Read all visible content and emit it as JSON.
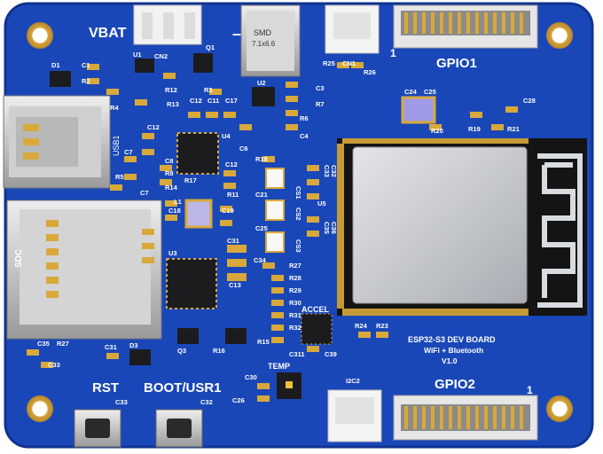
{
  "silkscreen": {
    "vbat": "VBAT",
    "minus": "–",
    "smd_line1": "SMD",
    "smd_line2": "7.1x6.6",
    "gpio1": "GPIO1",
    "gpio2": "GPIO2",
    "pin1_top": "1",
    "pin1_bottom": "1",
    "usb1": "USB1",
    "sdc": "SDC",
    "rst": "RST",
    "boot_usr1": "BOOT/USR1",
    "temp": "TEMP",
    "accel": "ACCEL",
    "board_title": "ESP32-S3 DEV BOARD",
    "board_sub": "WiFi + Bluetooth",
    "board_ver": "V1.0"
  },
  "refdes": {
    "d1": "D1",
    "c1": "C1",
    "r2": "R2",
    "u1": "U1",
    "cn2": "CN2",
    "q1": "Q1",
    "r12": "R12",
    "r3": "R3",
    "r4": "R4",
    "u2": "U2",
    "c3": "C3",
    "r7": "R7",
    "r6": "R6",
    "c4": "C4",
    "r13": "R13",
    "c12a": "C12",
    "c11": "C11",
    "c17": "C17",
    "c12b": "C12",
    "u4": "U4",
    "c6": "C6",
    "c7a": "C7",
    "c8": "C8",
    "r8": "R8",
    "r14": "R14",
    "c7b": "C7",
    "r5": "R5",
    "r17": "R17",
    "c12c": "C12",
    "r11": "R11",
    "r18": "R18",
    "c21": "C21",
    "c25a": "C25",
    "c34": "C34",
    "cs1": "CS1",
    "cs2": "CS2",
    "cs3": "CS3",
    "c33a": "C33",
    "c32a": "C32",
    "u5": "U5",
    "c35": "C35",
    "c36": "C36",
    "l1": "L1",
    "c18": "C18",
    "c19": "C19",
    "c31": "C31",
    "u3": "U3",
    "c13": "C13",
    "r27": "R27",
    "r28": "R28",
    "r29": "R29",
    "r30": "R30",
    "r31": "R31",
    "r32": "R32",
    "c311": "C311",
    "c39": "C39",
    "r24": "R24",
    "r23": "R23",
    "r25": "R25",
    "r26": "R26",
    "c24": "C24",
    "c25b": "C25",
    "r20": "R20",
    "c28": "C28",
    "r19": "R19",
    "r21": "R21",
    "r16": "R16",
    "r15": "R15",
    "q3": "Q3",
    "c35b": "C35",
    "r27b": "R27",
    "c33b": "C33",
    "c31b": "C31",
    "d3": "D3",
    "c33c": "C33",
    "c32b": "C32",
    "c30": "C30",
    "c26": "C26",
    "i2c2": "I2C2",
    "cn1": "CN1"
  },
  "colors": {
    "pcb": "#1a47b8",
    "pcb_dark": "#123a9a",
    "pcb_edge": "#0f3390",
    "silk": "#ffffff",
    "gold": "#d8a93a",
    "chip": "#1c1c1e",
    "shield": "#c9ccd1"
  }
}
